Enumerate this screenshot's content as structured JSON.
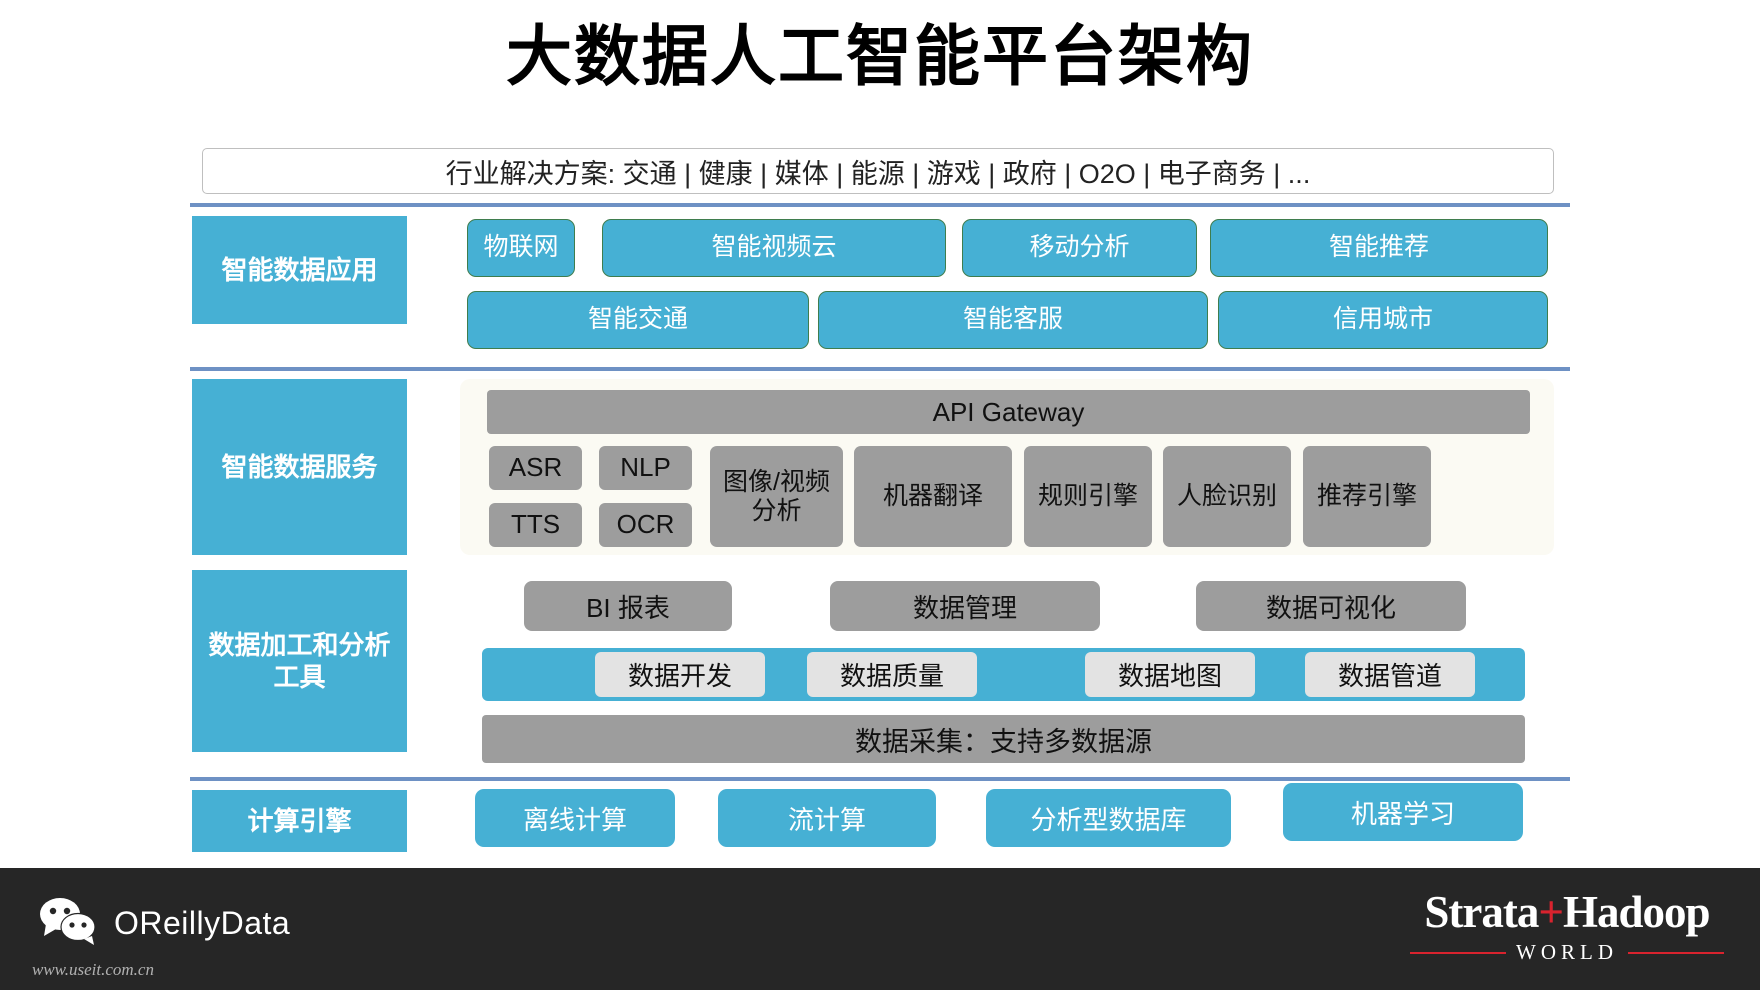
{
  "title": "大数据人工智能平台架构",
  "industry_bar": {
    "text": "行业解决方案: 交通 | 健康 | 媒体 | 能源 | 游戏 | 政府 | O2O | 电子商务 | ..."
  },
  "layers": {
    "applications": {
      "label": "智能数据应用",
      "row1": [
        "物联网",
        "智能视频云",
        "移动分析",
        "智能推荐"
      ],
      "row2": [
        "智能交通",
        "智能客服",
        "信用城市"
      ]
    },
    "services": {
      "label": "智能数据服务",
      "gateway": "API Gateway",
      "small": [
        "ASR",
        "NLP",
        "TTS",
        "OCR"
      ],
      "boxes": [
        "图像/视频分析",
        "机器翻译",
        "规则引擎",
        "人脸识别",
        "推荐引擎"
      ]
    },
    "tools": {
      "label": "数据加工和分析工具",
      "top_row": [
        "BI 报表",
        "数据管理",
        "数据可视化"
      ],
      "pills": [
        "数据开发",
        "数据质量",
        "数据地图",
        "数据管道"
      ],
      "collection": "数据采集：支持多数据源"
    },
    "compute": {
      "label": "计算引擎",
      "items": [
        "离线计算",
        "流计算",
        "分析型数据库",
        "机器学习"
      ]
    }
  },
  "footer": {
    "brand": "OReillyData",
    "watermark": "www.useit.com.cn",
    "strata_left": "Strata",
    "strata_plus": "+",
    "strata_right": "Hadoop",
    "strata_world": "WORLD"
  },
  "colors": {
    "blue": "#46b0d4",
    "gray": "#9d9d9d",
    "divider": "#6e91c4",
    "app_border": "#3f7d4e",
    "footer_bg": "#262626",
    "accent_red": "#d9232e"
  }
}
